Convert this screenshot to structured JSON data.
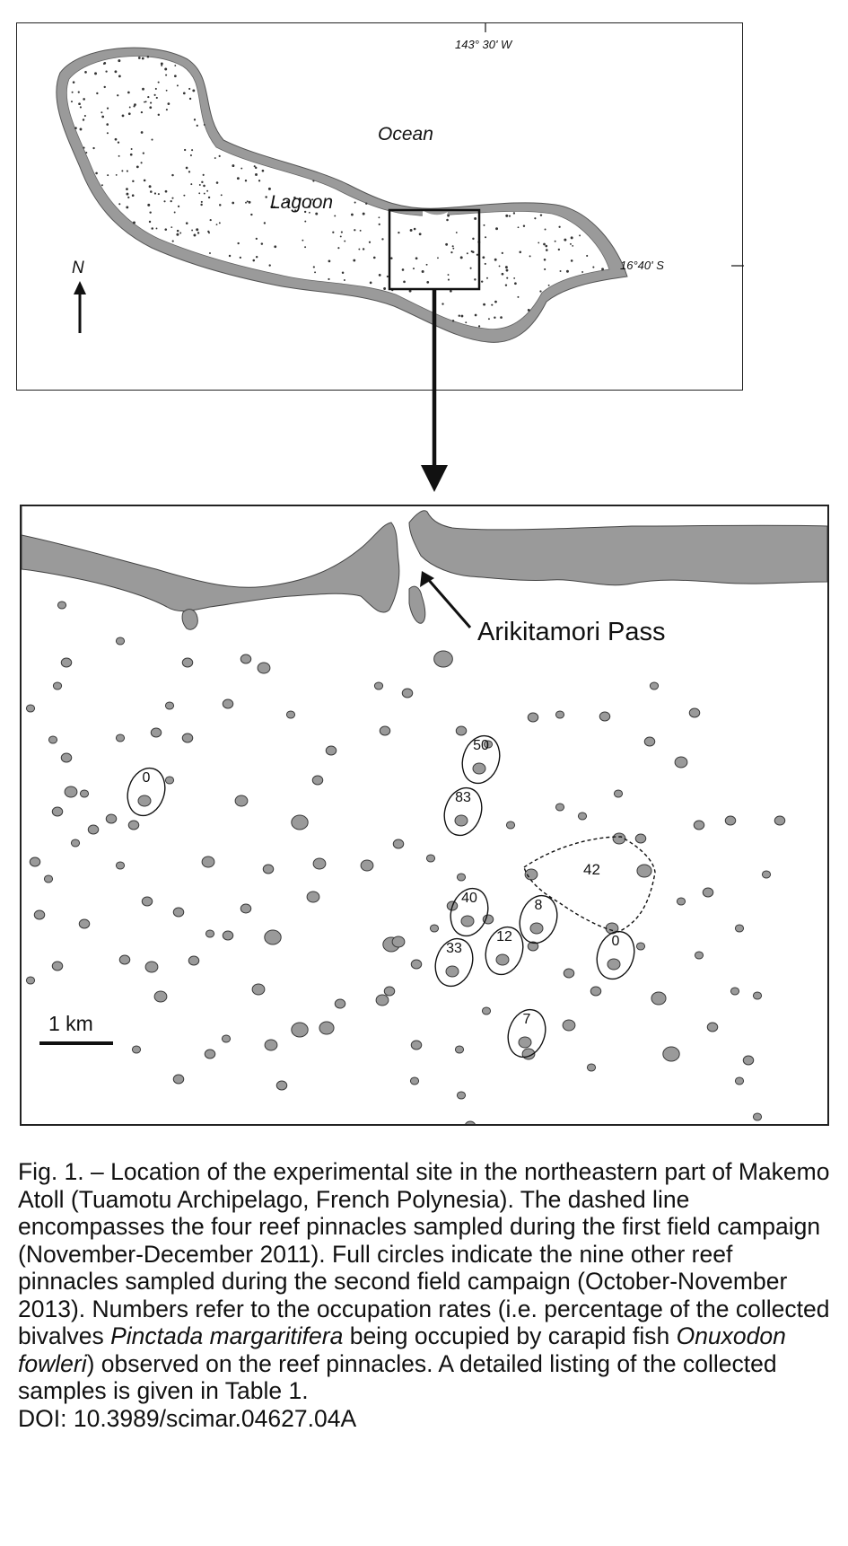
{
  "overview_map": {
    "longitude_label": "143° 30' W",
    "latitude_label": "16°40' S",
    "ocean_label": "Ocean",
    "lagoon_label": "Lagoon",
    "north_label": "N"
  },
  "detail_map": {
    "pass_label": "Arikitamori Pass",
    "scale_label": "1 km",
    "dashed_area_rate": "42",
    "pinnacle_rates": [
      "50",
      "83",
      "0",
      "40",
      "8",
      "12",
      "33",
      "0",
      "7"
    ]
  },
  "caption": {
    "part1": "Fig. 1. – Location of the experimental site in the northeastern part of Makemo Atoll (Tuamotu Archipelago, French Polynesia). The dashed line encompasses the four reef pinnacles sampled during the first field campaign (November-December 2011). Full circles indicate the nine other reef pinnacles sampled during the second field campaign (October-November 2013). Numbers refer to the occupation rates (i.e. percentage of the collected bivalves ",
    "species1": "Pinctada margaritifera",
    "part2": " being occupied by carapid fish ",
    "species2": "Onuxodon fowleri",
    "part3": ") observed on the reef pinnacles. A detailed listing of the collected samples is given in Table 1.",
    "doi": "DOI: 10.3989/scimar.04627.04A"
  },
  "colors": {
    "land": "#9a9a9a",
    "outline": "#3a3a3a",
    "frame": "#222222"
  }
}
